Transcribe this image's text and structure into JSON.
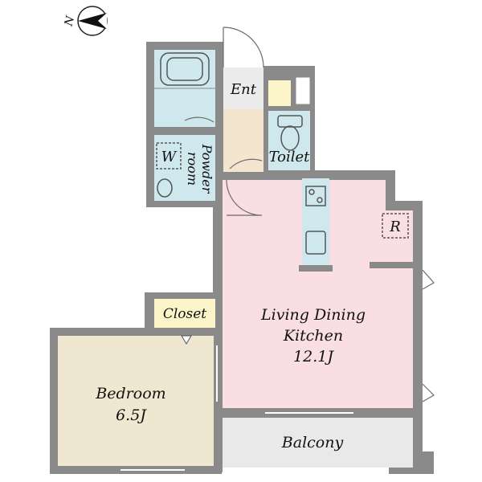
{
  "compass": {
    "north_label": "N"
  },
  "rooms": {
    "ent": "Ent",
    "toilet": "Toilet",
    "washer": "W",
    "powder_room": [
      "Powder",
      "room"
    ],
    "fridge": "R",
    "ldk": {
      "name_line1": "Living Dining",
      "name_line2": "Kitchen",
      "size": "12.1J"
    },
    "closet": "Closet",
    "bedroom": {
      "name": "Bedroom",
      "size": "6.5J"
    },
    "balcony": "Balcony"
  },
  "colors": {
    "ldk": "#f9dfe3",
    "bedroom": "#efe7d0",
    "wet_area": "#cfe8ee",
    "closet": "#fbf5c9",
    "entrance": "#ececec",
    "hall": "#f4e5cf",
    "balcony": "#e9e9e9",
    "wall": "#8a8a8a"
  }
}
